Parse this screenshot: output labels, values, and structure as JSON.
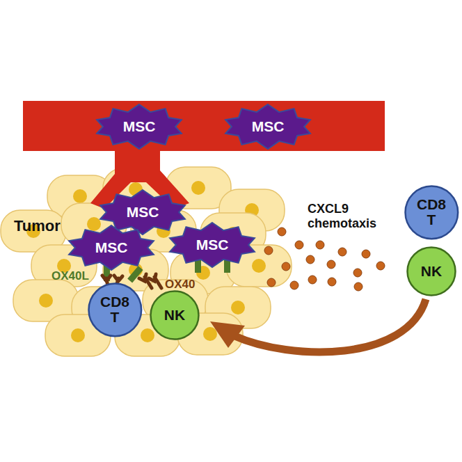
{
  "diagram": {
    "nodes": [
      {
        "text": [
          "MSC"
        ]
      },
      {
        "text": [
          "MSC"
        ]
      },
      {
        "text": [
          "MSC"
        ]
      },
      {
        "text": [
          "MSC"
        ]
      },
      {
        "text": [
          "MSC"
        ]
      },
      {
        "text": [
          "CD8 T"
        ]
      },
      {
        "text": [
          "NK"
        ]
      },
      {
        "text": [
          "CD8 T"
        ]
      },
      {
        "text": [
          "NK"
        ]
      }
    ],
    "labels": [
      "Tumor",
      "CXCL9 chemotaxis",
      "OX40L",
      "OX40"
    ]
  }
}
